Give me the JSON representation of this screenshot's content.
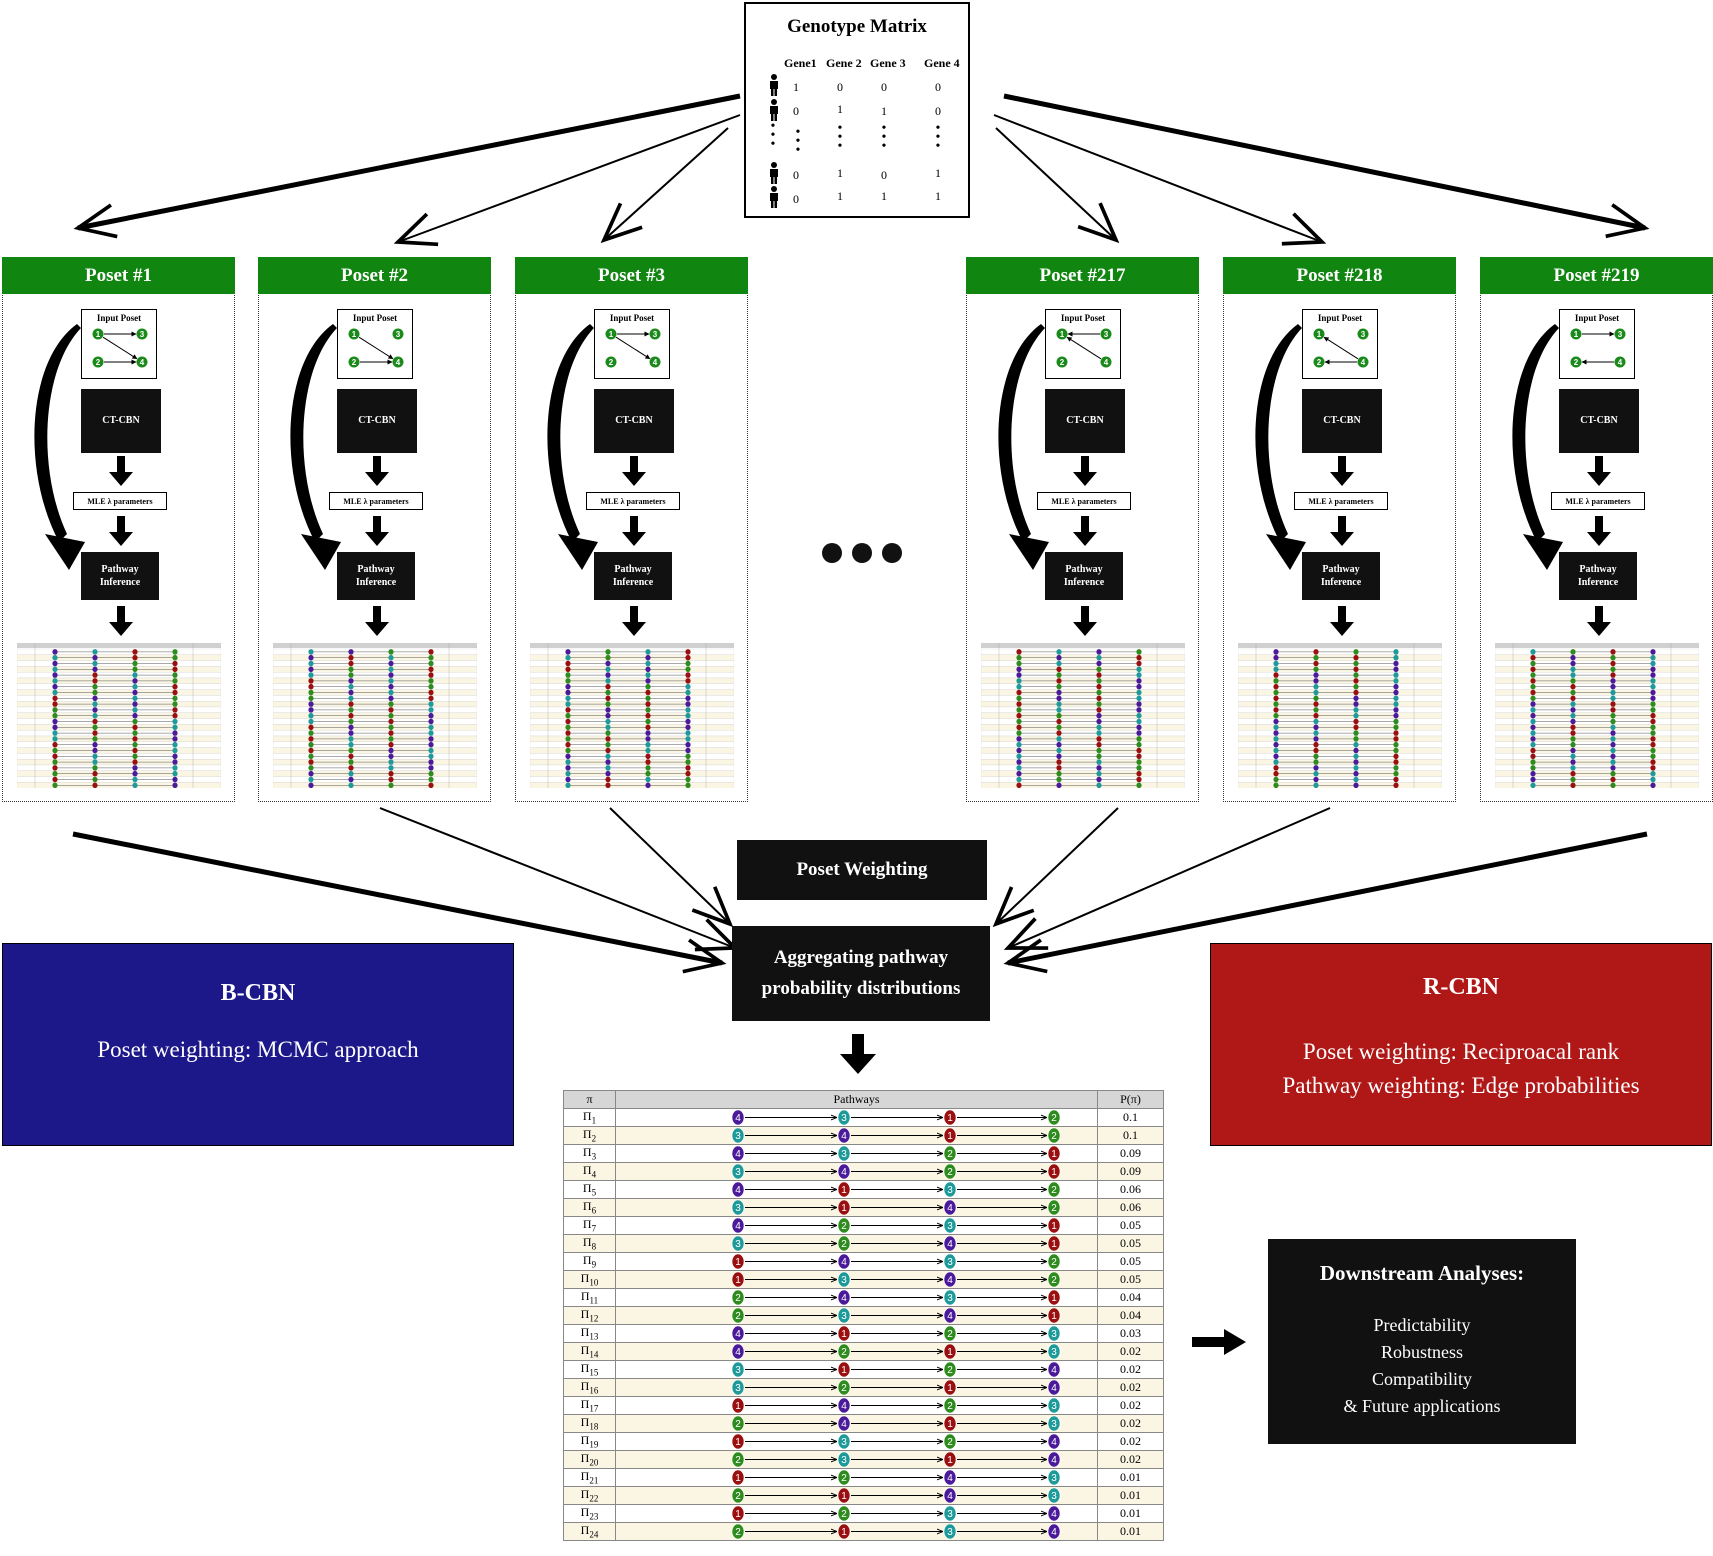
{
  "genotype_matrix": {
    "title": "Genotype Matrix",
    "genes": [
      "Gene1",
      "Gene 2",
      "Gene 3",
      "Gene 4"
    ],
    "rows_top": [
      [
        1,
        0,
        0,
        0
      ],
      [
        0,
        1,
        1,
        0
      ]
    ],
    "rows_bottom": [
      [
        0,
        1,
        0,
        1
      ],
      [
        0,
        1,
        1,
        1
      ]
    ]
  },
  "posets": [
    {
      "label": "Poset #1"
    },
    {
      "label": "Poset #2"
    },
    {
      "label": "Poset #3"
    },
    {
      "label": "Poset #217"
    },
    {
      "label": "Poset #218"
    },
    {
      "label": "Poset #219"
    }
  ],
  "poset_steps": {
    "input": "Input Poset",
    "ctcbn": "CT-CBN",
    "mle": "MLE λ parameters",
    "pathway_line1": "Pathway",
    "pathway_line2": "Inference"
  },
  "poset_weighting": "Poset Weighting",
  "aggregating": {
    "line1": "Aggregating pathway",
    "line2": "probability distributions"
  },
  "bcbn": {
    "title": "B-CBN",
    "line1": "Poset weighting: MCMC approach"
  },
  "rcbn": {
    "title": "R-CBN",
    "line1": "Poset weighting: Reciproacal rank",
    "line2": "Pathway weighting: Edge probabilities"
  },
  "downstream": {
    "title": "Downstream Analyses:",
    "items": [
      "Predictability",
      "Robustness",
      "Compatibility",
      "& Future applications"
    ]
  },
  "colors": {
    "1": "#9a1010",
    "2": "#2e8b1e",
    "3": "#1f9a9a",
    "4": "#4a1a9a",
    "poset_header": "#108510",
    "bcbn": "#1c188a",
    "rcbn": "#b01818"
  },
  "pathway_table": {
    "headers": [
      "π",
      "Pathways",
      "P(π)"
    ],
    "rows": [
      {
        "pi": "Π1",
        "path": [
          4,
          3,
          1,
          2
        ],
        "p": "0.1"
      },
      {
        "pi": "Π2",
        "path": [
          3,
          4,
          1,
          2
        ],
        "p": "0.1"
      },
      {
        "pi": "Π3",
        "path": [
          4,
          3,
          2,
          1
        ],
        "p": "0.09"
      },
      {
        "pi": "Π4",
        "path": [
          3,
          4,
          2,
          1
        ],
        "p": "0.09"
      },
      {
        "pi": "Π5",
        "path": [
          4,
          1,
          3,
          2
        ],
        "p": "0.06"
      },
      {
        "pi": "Π6",
        "path": [
          3,
          1,
          4,
          2
        ],
        "p": "0.06"
      },
      {
        "pi": "Π7",
        "path": [
          4,
          2,
          3,
          1
        ],
        "p": "0.05"
      },
      {
        "pi": "Π8",
        "path": [
          3,
          2,
          4,
          1
        ],
        "p": "0.05"
      },
      {
        "pi": "Π9",
        "path": [
          1,
          4,
          3,
          2
        ],
        "p": "0.05"
      },
      {
        "pi": "Π10",
        "path": [
          1,
          3,
          4,
          2
        ],
        "p": "0.05"
      },
      {
        "pi": "Π11",
        "path": [
          2,
          4,
          3,
          1
        ],
        "p": "0.04"
      },
      {
        "pi": "Π12",
        "path": [
          2,
          3,
          4,
          1
        ],
        "p": "0.04"
      },
      {
        "pi": "Π13",
        "path": [
          4,
          1,
          2,
          3
        ],
        "p": "0.03"
      },
      {
        "pi": "Π14",
        "path": [
          4,
          2,
          1,
          3
        ],
        "p": "0.02"
      },
      {
        "pi": "Π15",
        "path": [
          3,
          1,
          2,
          4
        ],
        "p": "0.02"
      },
      {
        "pi": "Π16",
        "path": [
          3,
          2,
          1,
          4
        ],
        "p": "0.02"
      },
      {
        "pi": "Π17",
        "path": [
          1,
          4,
          2,
          3
        ],
        "p": "0.02"
      },
      {
        "pi": "Π18",
        "path": [
          2,
          4,
          1,
          3
        ],
        "p": "0.02"
      },
      {
        "pi": "Π19",
        "path": [
          1,
          3,
          2,
          4
        ],
        "p": "0.02"
      },
      {
        "pi": "Π20",
        "path": [
          2,
          3,
          1,
          4
        ],
        "p": "0.02"
      },
      {
        "pi": "Π21",
        "path": [
          1,
          2,
          4,
          3
        ],
        "p": "0.01"
      },
      {
        "pi": "Π22",
        "path": [
          2,
          1,
          4,
          3
        ],
        "p": "0.01"
      },
      {
        "pi": "Π23",
        "path": [
          1,
          2,
          3,
          4
        ],
        "p": "0.01"
      },
      {
        "pi": "Π24",
        "path": [
          2,
          1,
          3,
          4
        ],
        "p": "0.01"
      }
    ]
  }
}
